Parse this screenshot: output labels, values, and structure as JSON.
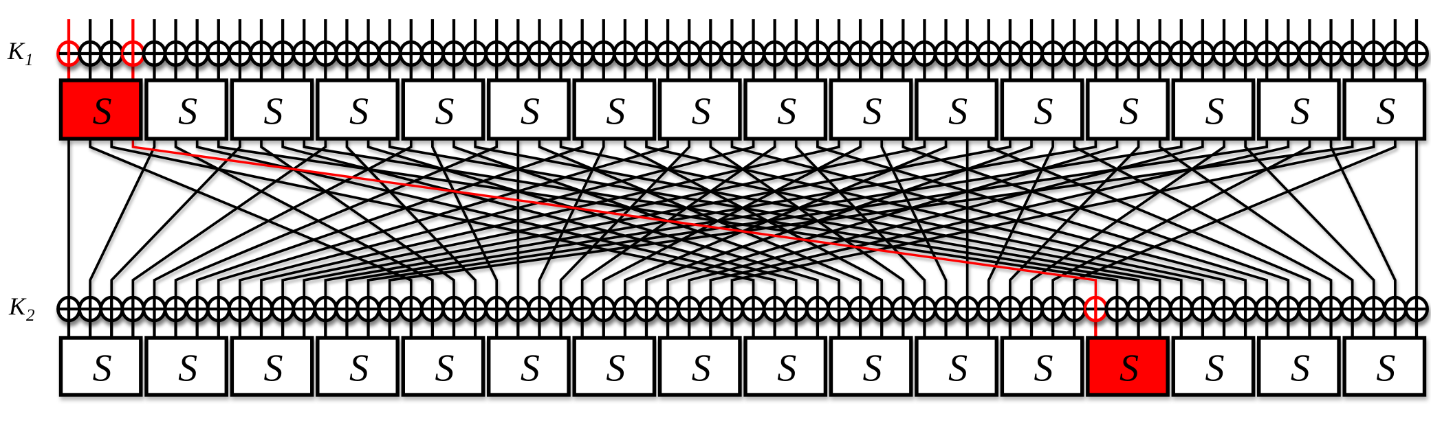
{
  "diagram": {
    "type": "substitution-permutation-network-2-rounds",
    "round1_key_label": {
      "base": "K",
      "sub": "1"
    },
    "round2_key_label": {
      "base": "K",
      "sub": "2"
    },
    "sbox_label": "S",
    "num_sboxes_per_row": 16,
    "bits_per_sbox": 4,
    "total_bits": 64,
    "rows": [
      "round1-xor-row",
      "round1-sbox-row",
      "bit-permutation",
      "round2-xor-row",
      "round2-sbox-row"
    ],
    "permutation_map": [
      0,
      16,
      32,
      48,
      1,
      17,
      33,
      49,
      2,
      18,
      34,
      50,
      3,
      19,
      35,
      51,
      4,
      20,
      36,
      52,
      5,
      21,
      37,
      53,
      6,
      22,
      38,
      54,
      7,
      23,
      39,
      55,
      8,
      24,
      40,
      56,
      9,
      25,
      41,
      57,
      10,
      26,
      42,
      58,
      11,
      27,
      43,
      59,
      12,
      28,
      44,
      60,
      13,
      29,
      45,
      61,
      14,
      30,
      46,
      62,
      15,
      31,
      47,
      63
    ],
    "highlight": {
      "round1_input_bits": [
        0,
        3
      ],
      "round1_sbox_index": 0,
      "permutation_path_from_bit": 3,
      "permutation_path_to_bit": 48,
      "round2_xor_bit": 48,
      "round2_sbox_index": 12
    },
    "colors": {
      "line": "#000000",
      "highlight": "#ff0000",
      "sbox_fill": "#ffffff",
      "sbox_highlight_fill": "#ff0000",
      "sbox_border": "#000000",
      "xor_fill": "#ffffff",
      "background": "#ffffff"
    }
  }
}
